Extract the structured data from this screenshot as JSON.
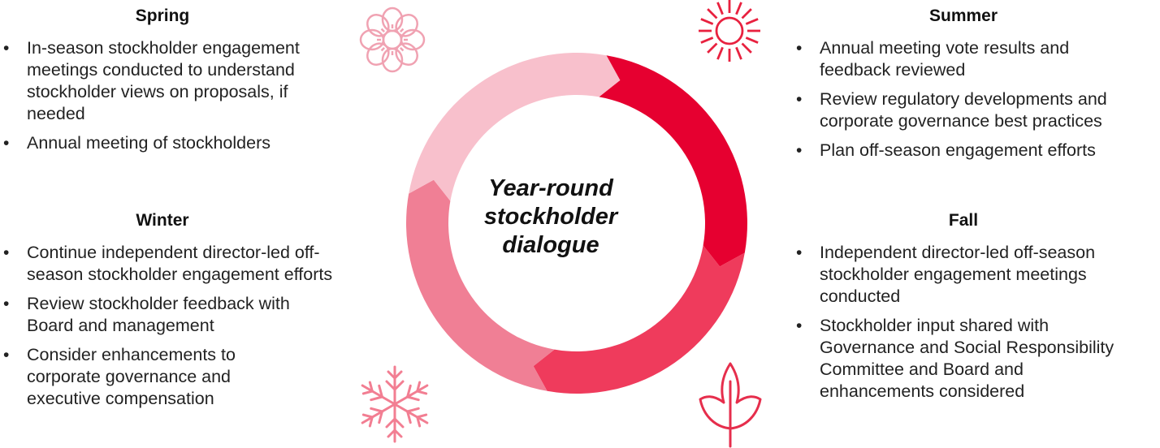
{
  "center_label": "Year-round stockholder dialogue",
  "center_lines": [
    "Year-round",
    "stockholder",
    "dialogue"
  ],
  "colors": {
    "spring": "#f8c0cc",
    "summer": "#e60030",
    "fall": "#ef3b5c",
    "winter": "#f07f95",
    "icon_spring": "#f0a2b2",
    "icon_summer": "#e8213f",
    "icon_fall": "#e62e4c",
    "icon_winter": "#f27e92"
  },
  "seasons": {
    "spring": {
      "title": "Spring",
      "icon": "flower-icon",
      "items": [
        "In-season stockholder engagement meetings conducted to understand stockholder views on proposals, if needed",
        "Annual meeting of stockholders"
      ]
    },
    "summer": {
      "title": "Summer",
      "icon": "sun-icon",
      "items": [
        "Annual meeting vote results and feedback reviewed",
        "Review regulatory developments and corporate governance best practices",
        "Plan off-season engagement efforts"
      ]
    },
    "fall": {
      "title": "Fall",
      "icon": "leaf-icon",
      "items": [
        "Independent director-led off-season stockholder engagement meetings conducted",
        "Stockholder input shared with Governance and Social Responsibility Committee and Board and enhancements considered"
      ]
    },
    "winter": {
      "title": "Winter",
      "icon": "snowflake-icon",
      "items": [
        "Continue independent director-led off-season stockholder engagement efforts",
        "Review stockholder feedback with Board and management",
        "Consider enhancements to corporate governance and executive compensation"
      ]
    }
  }
}
